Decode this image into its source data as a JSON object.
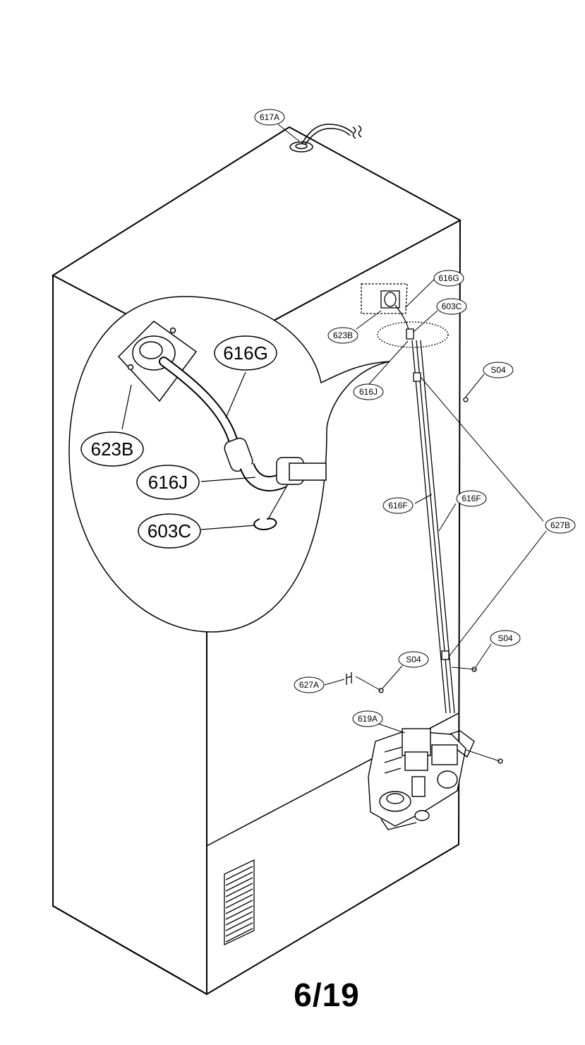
{
  "page_number": "6/19",
  "callouts_small": {
    "c617A": "617A",
    "c616G": "616G",
    "c603C": "603C",
    "c623B": "623B",
    "c616J": "616J",
    "cS04a": "S04",
    "c616F_left": "616F",
    "c616F_right": "616F",
    "c627B": "627B",
    "cS04b": "S04",
    "cS04c": "S04",
    "c627A": "627A",
    "c619A": "619A"
  },
  "callouts_large": {
    "L616G": "616G",
    "L623B": "623B",
    "L616J": "616J",
    "L603C": "603C"
  }
}
